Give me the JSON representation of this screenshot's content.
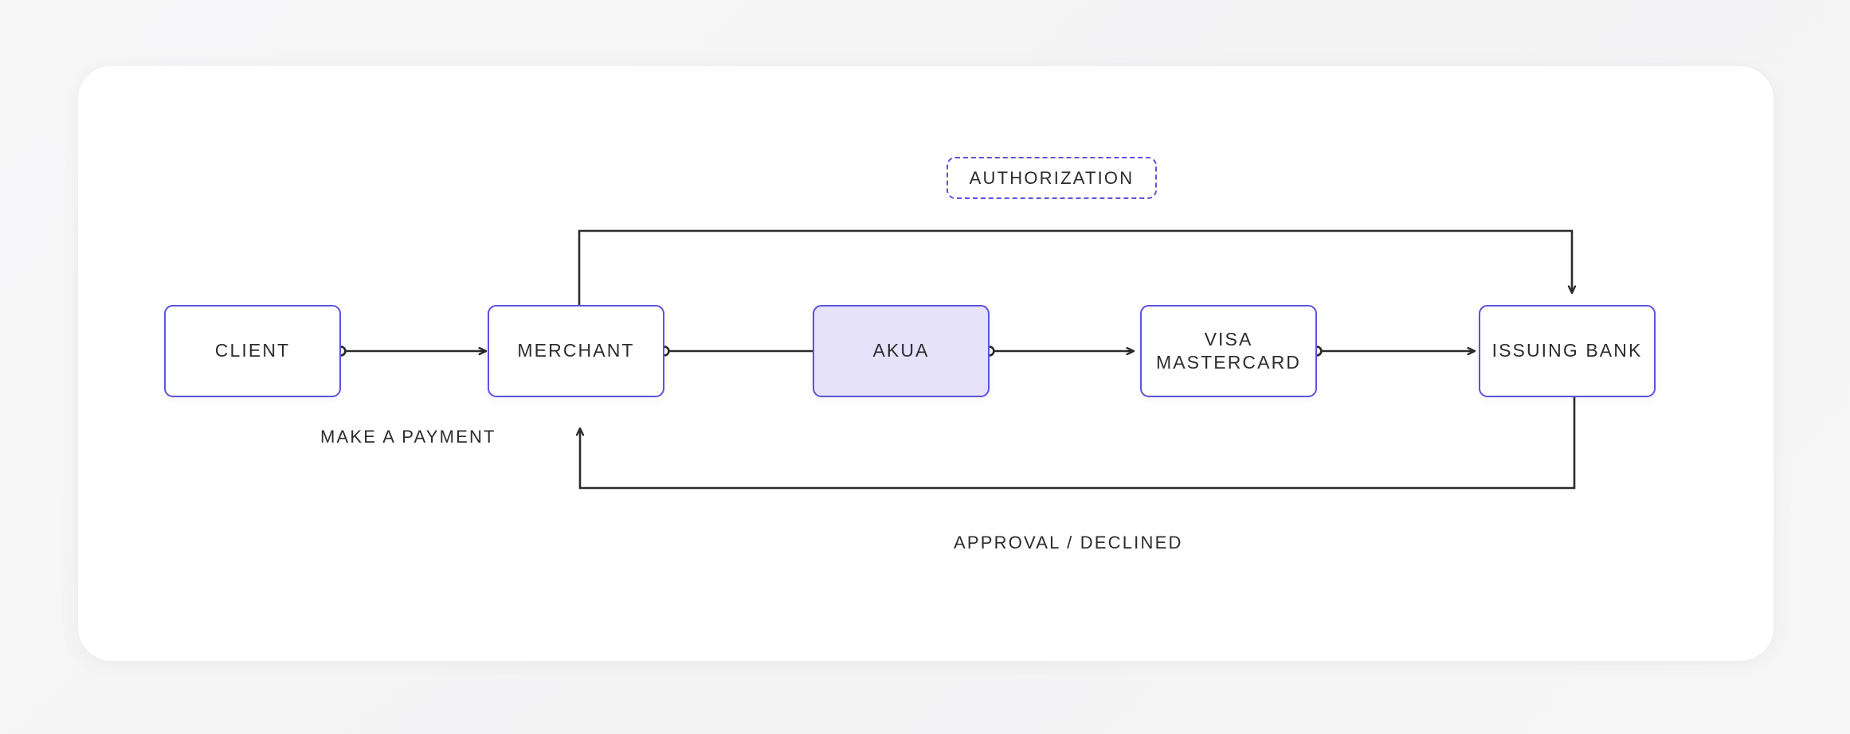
{
  "canvas": {
    "background_color": "#f6f6f7",
    "card_color": "#ffffff"
  },
  "theme": {
    "accent_color": "#5b53dd",
    "accent_fill": "#e5e2fa",
    "line_color": "#2b2b2e",
    "text_color": "#2c2c30"
  },
  "diagram": {
    "title_badge": "AUTHORIZATION",
    "nodes": [
      {
        "id": "client",
        "label": "CLIENT",
        "highlight": false
      },
      {
        "id": "merchant",
        "label": "MERCHANT",
        "highlight": false
      },
      {
        "id": "akua",
        "label": "AKUA",
        "highlight": true
      },
      {
        "id": "network",
        "label": "VISA\nMASTERCARD",
        "highlight": false
      },
      {
        "id": "issuing-bank",
        "label": "ISSUING BANK",
        "highlight": false
      }
    ],
    "captions": [
      {
        "id": "make-a-payment",
        "label": "MAKE A PAYMENT"
      },
      {
        "id": "approval-declined",
        "label": "APPROVAL / DECLINED"
      }
    ],
    "flows": [
      {
        "from": "client",
        "to": "merchant",
        "style": "solid-arrow"
      },
      {
        "from": "merchant",
        "to": "akua",
        "style": "solid-arrow"
      },
      {
        "from": "akua",
        "to": "network",
        "style": "solid-arrow"
      },
      {
        "from": "network",
        "to": "issuing-bank",
        "style": "solid-arrow"
      },
      {
        "from": "merchant",
        "to": "issuing-bank",
        "style": "routed-top",
        "label": "AUTHORIZATION"
      },
      {
        "from": "issuing-bank",
        "to": "merchant",
        "style": "routed-bottom",
        "label": "APPROVAL / DECLINED"
      }
    ]
  }
}
